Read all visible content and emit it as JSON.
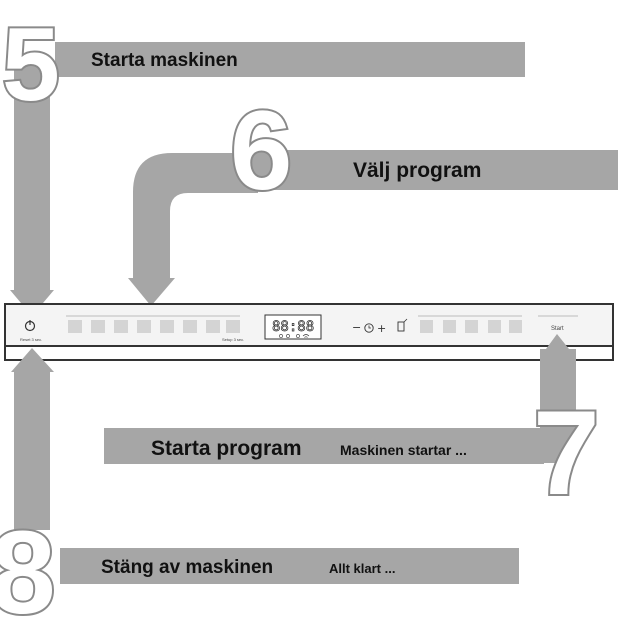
{
  "colors": {
    "band": "#a6a6a6",
    "panel_border": "#333333",
    "panel_bg": "#f4f4f4",
    "key": "#d4d4d4"
  },
  "steps": [
    {
      "number": "5",
      "title": "Starta maskinen",
      "subtitle": ""
    },
    {
      "number": "6",
      "title": "Välj program",
      "subtitle": ""
    },
    {
      "number": "7",
      "title": "Starta program",
      "subtitle": "Maskinen startar ..."
    },
    {
      "number": "8",
      "title": "Stäng av maskinen",
      "subtitle": "Allt klart ..."
    }
  ],
  "panel": {
    "power_label": "Reset 3 sec.",
    "setup_label": "Setup 3 sec.",
    "display_value": "88:88",
    "timer_minus": "−",
    "timer_plus": "+",
    "start_label": "Start",
    "program_key_count": 8,
    "option_key_count": 5,
    "icons": [
      "power-icon",
      "clock-icon",
      "door-icon",
      "salt-icon",
      "rinse-icon",
      "wifi-icon"
    ]
  }
}
